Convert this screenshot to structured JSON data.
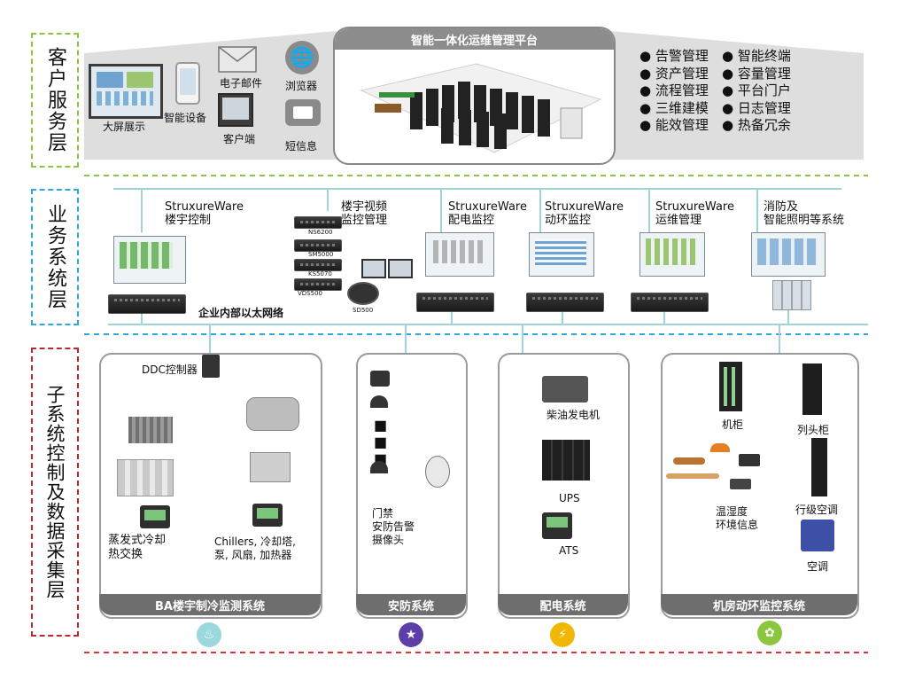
{
  "layers": {
    "customer": "客户服务层",
    "business": "业务系统层",
    "subsystem": "子系统控制及数据采集层"
  },
  "customer_devices": {
    "big_screen": "大屏展示",
    "smart_device": "智能设备",
    "email": "电子邮件",
    "client": "客户端",
    "browser": "浏览器",
    "sms": "短信息"
  },
  "platform": {
    "title": "智能一体化运维管理平台"
  },
  "features_left": [
    "告警管理",
    "资产管理",
    "流程管理",
    "三维建模",
    "能效管理"
  ],
  "features_right": [
    "智能终端",
    "容量管理",
    "平台门户",
    "日志管理",
    "热备冗余"
  ],
  "business_systems": {
    "bms": "StruxureWare\n楼宇控制",
    "video": "楼宇视频\n监控管理",
    "power": "StruxureWare\n配电监控",
    "env": "StruxureWare\n动环监控",
    "ops": "StruxureWare\n运维管理",
    "fire": "消防及\n智能照明等系统"
  },
  "video_devices": [
    "NS6200",
    "SM5000",
    "KS5070",
    "VDS500"
  ],
  "video_dome": "SD500",
  "ethernet": "企业内部以太网络",
  "ba": {
    "ddc": "DDC控制器",
    "evap": "蒸发式冷却\n热交换",
    "chillers": "Chillers, 冷却塔,\n泵, 风扇, 加热器",
    "title": "BA楼宇制冷监测系统"
  },
  "security": {
    "devices": "门禁\n安防告警\n摄像头",
    "title": "安防系统"
  },
  "power_sys": {
    "generator": "柴油发电机",
    "ups": "UPS",
    "ats": "ATS",
    "title": "配电系统"
  },
  "room_env": {
    "cabinet": "机柜",
    "head_cabinet": "列头柜",
    "row_ac": "行级空调",
    "temp": "温湿度\n环境信息",
    "ac": "空调",
    "title": "机房动环监控系统"
  },
  "colors": {
    "customer_border": "#8cc63f",
    "business_border": "#29abe2",
    "subsystem_border": "#c1272d",
    "divider_green": "#8cc63f",
    "divider_cyan": "#29abe2",
    "divider_red": "#d9343a",
    "network_line": "#9fd3d8",
    "icon_ba": "#9ad8de",
    "icon_security": "#5b3ea8",
    "icon_power": "#f2b705",
    "icon_env": "#8cc63f"
  },
  "icons": {
    "ba": "thermometer-icon",
    "security": "running-person-icon",
    "power": "plug-icon",
    "env": "leaf-icon"
  }
}
